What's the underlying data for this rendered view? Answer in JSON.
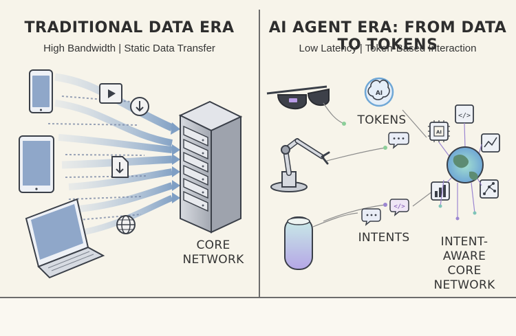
{
  "left_panel": {
    "title": "TRADITIONAL DATA ERA",
    "subtitle": "High Bandwidth | Static Data Transfer",
    "core_label_line1": "CORE",
    "core_label_line2": "NETWORK"
  },
  "right_panel": {
    "title": "AI AGENT ERA: FROM DATA TO TOKENS",
    "subtitle": "Low Latency | Token-Based Interaction",
    "tokens_label": "TOKENS",
    "intents_label": "INTENTS",
    "core_label_line1": "INTENT-AWARE",
    "core_label_line2": "CORE NETWORK",
    "ai_badge": "AI",
    "chip_badge": "AI"
  },
  "colors": {
    "background": "#f7f4ea",
    "flow_blue": "#7f9fc4",
    "server_gray": "#b9bdc4",
    "accent_purple": "#9b86d1",
    "accent_teal": "#7fc4b8"
  },
  "icons": [
    "smartphone-icon",
    "tablet-icon",
    "laptop-icon",
    "video-file-icon",
    "download-icon",
    "file-download-icon",
    "globe-icon",
    "server-rack-icon",
    "smart-glasses-icon",
    "robot-arm-icon",
    "smart-speaker-icon",
    "ai-brain-icon",
    "chat-bubble-icon",
    "code-bubble-icon",
    "ai-chip-icon",
    "code-icon",
    "line-chart-icon",
    "bar-chart-icon",
    "network-graph-icon",
    "globe-network-icon"
  ]
}
